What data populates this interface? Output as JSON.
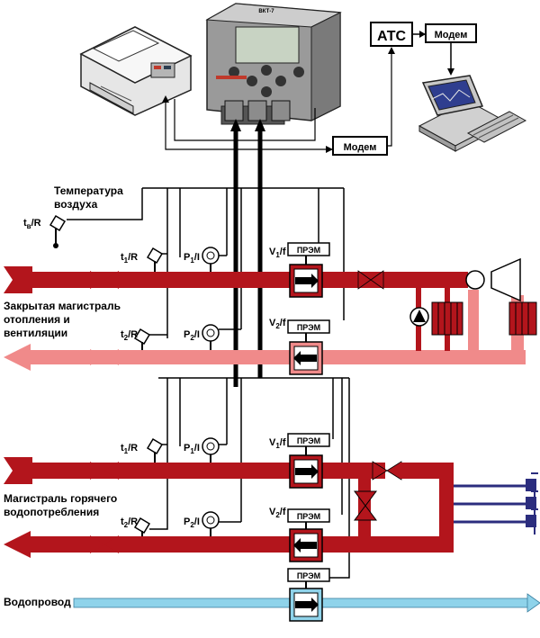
{
  "devices": {
    "printer": "printer",
    "calculator_brand": "ВКТ-7",
    "ats_label": "АТС",
    "modem_top_label": "Модем",
    "modem_mid_label": "Модем",
    "computer": "computer"
  },
  "labels": {
    "air_temp_line1": "Температура",
    "air_temp_line2": "воздуха",
    "t0": "t",
    "t0_sub": "в",
    "t0_suffix": "/R",
    "heating_line1": "Закрытая  магистраль",
    "heating_line2": "отопления  и",
    "heating_line3": "вентиляции",
    "hot_water_line1": "Магистраль горячего",
    "hot_water_line2": "водопотребления",
    "water_supply": "Водопровод"
  },
  "sensor_labels": {
    "t1": "t",
    "t1_sub": "1",
    "t2": "t",
    "t2_sub": "2",
    "tR": "/R",
    "p1": "P",
    "p1_sub": "1",
    "p2": "P",
    "p2_sub": "2",
    "pI": "/I",
    "v1": "V",
    "v1_sub": "1",
    "v2": "V",
    "v2_sub": "2",
    "vf": "/f",
    "przm": "ПРЭМ"
  },
  "colors": {
    "supply_pipe": "#b3151c",
    "return_pipe": "#f08a8a",
    "water_pipe": "#8fd3ea",
    "signal_line": "#000000"
  }
}
